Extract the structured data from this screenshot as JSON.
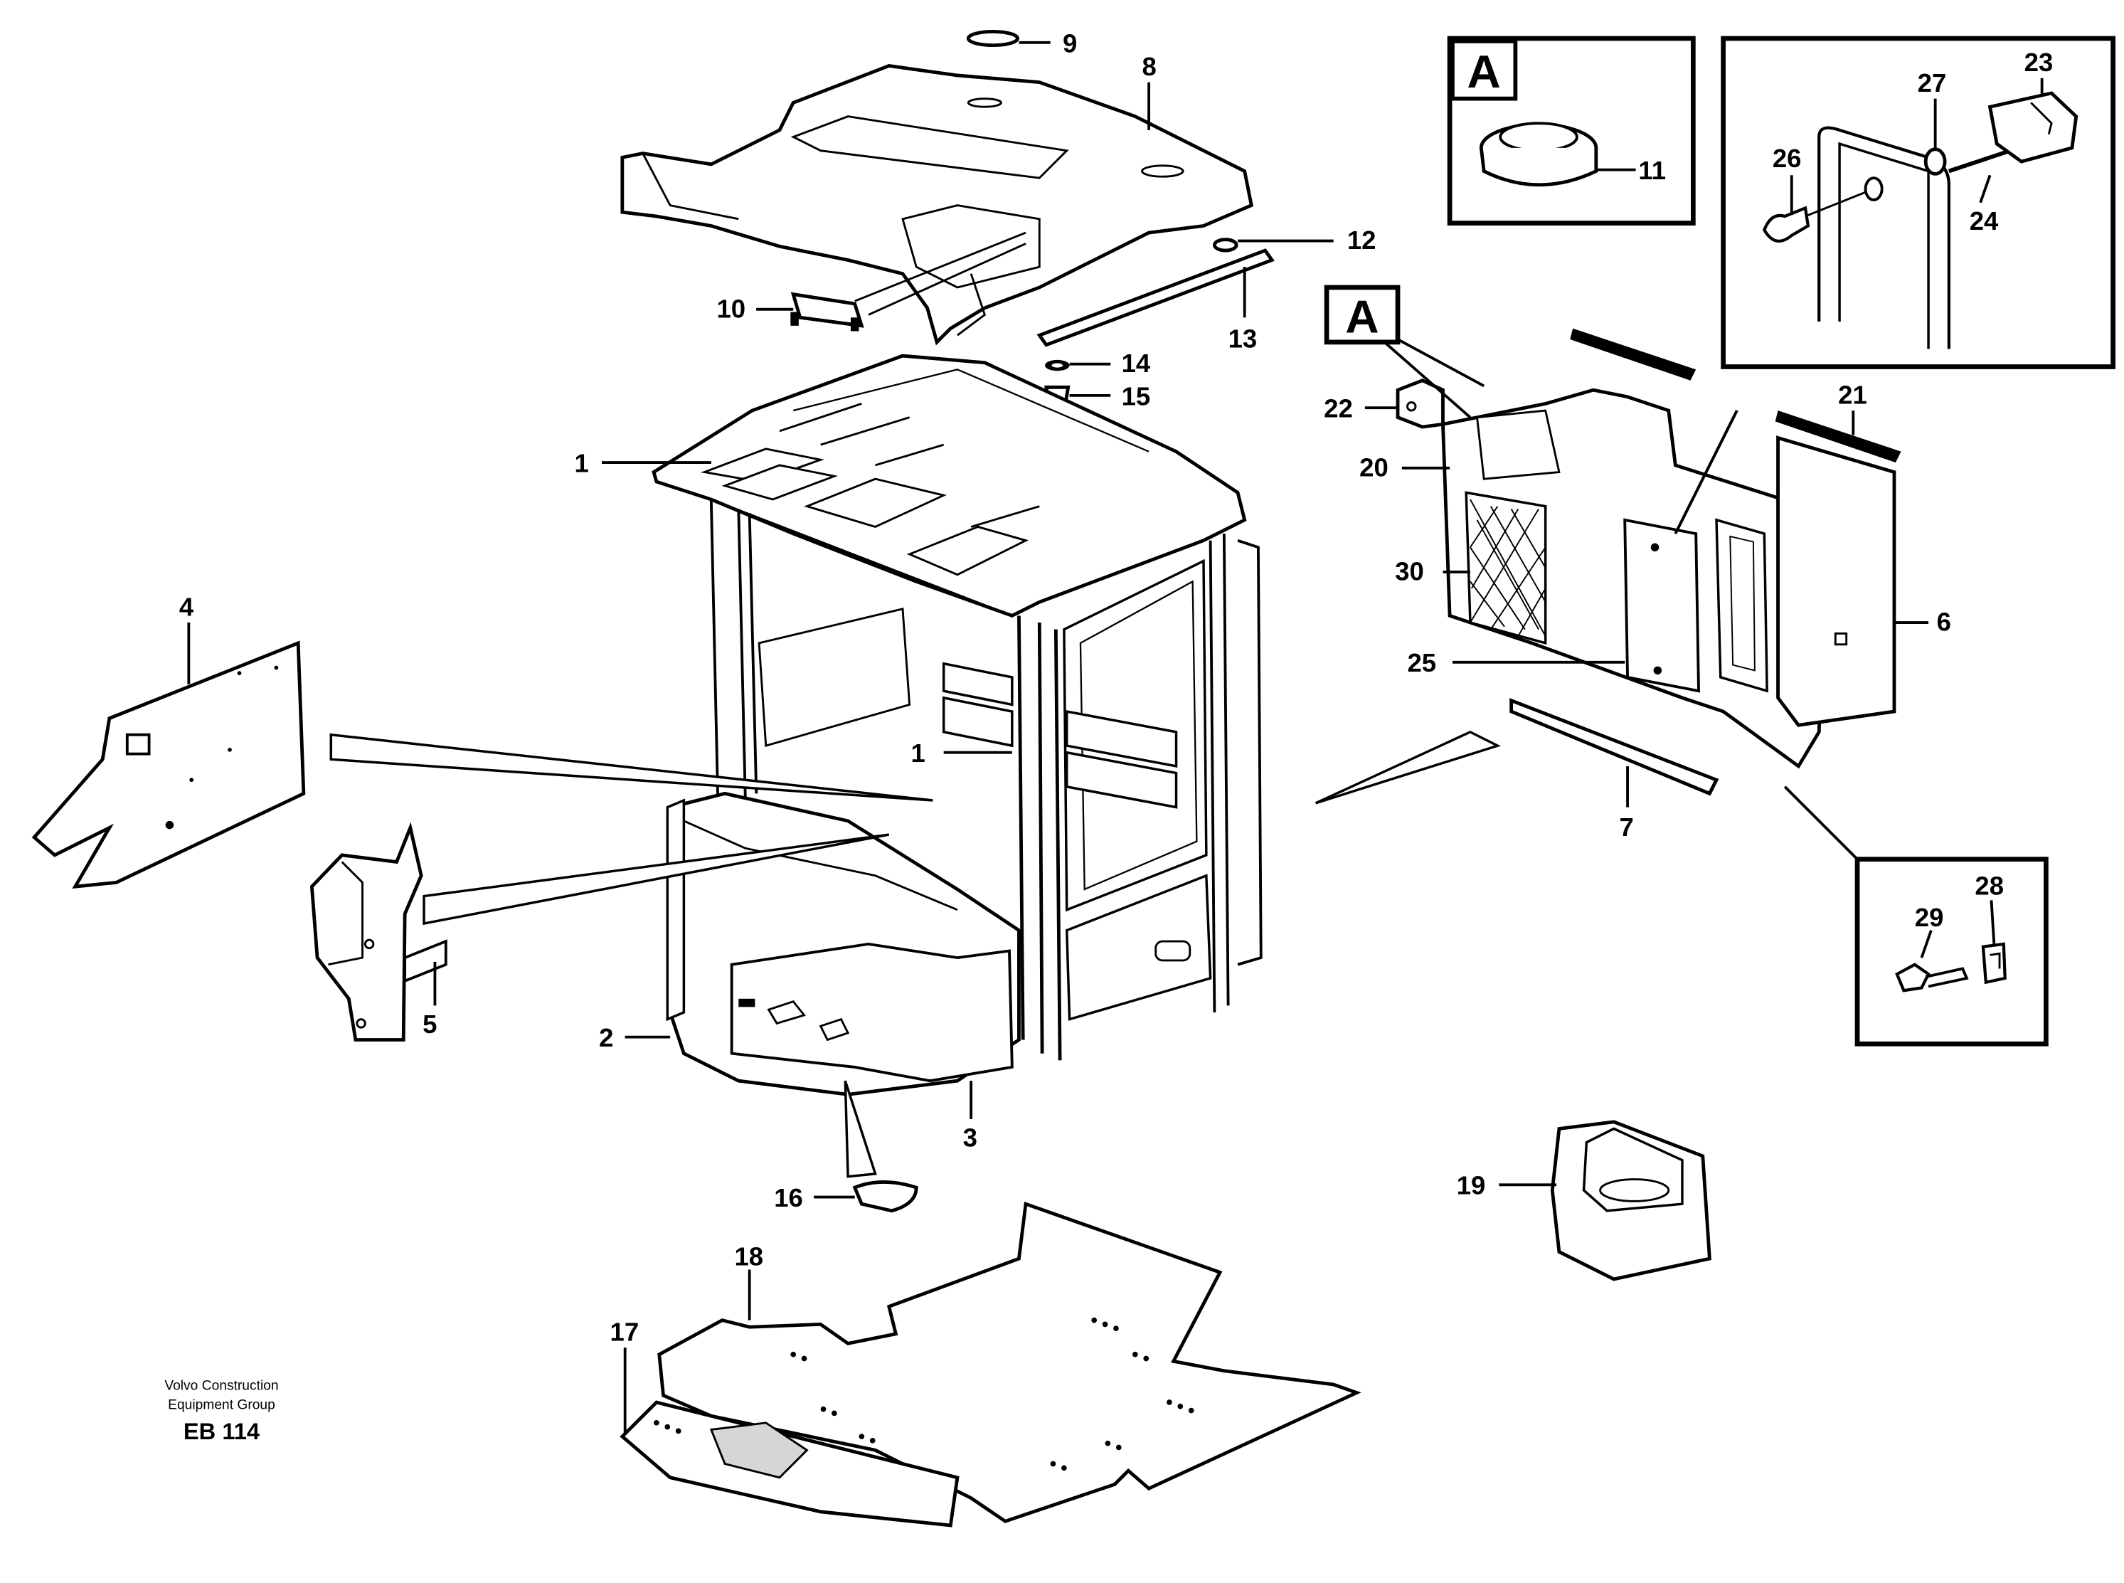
{
  "labels": {
    "p1a": "1",
    "p1b": "1",
    "p2": "2",
    "p3": "3",
    "p4": "4",
    "p5": "5",
    "p6": "6",
    "p7": "7",
    "p8": "8",
    "p9": "9",
    "p10": "10",
    "p11": "11",
    "p12": "12",
    "p13": "13",
    "p14": "14",
    "p15": "15",
    "p16": "16",
    "p17": "17",
    "p18": "18",
    "p19": "19",
    "p20": "20",
    "p21": "21",
    "p22": "22",
    "p23": "23",
    "p24": "24",
    "p25": "25",
    "p26": "26",
    "p27": "27",
    "p28": "28",
    "p29": "29",
    "p30": "30"
  },
  "detail_marker": "A",
  "footer": {
    "line1": "Volvo Construction",
    "line2": "Equipment Group",
    "code": "EB 114"
  }
}
